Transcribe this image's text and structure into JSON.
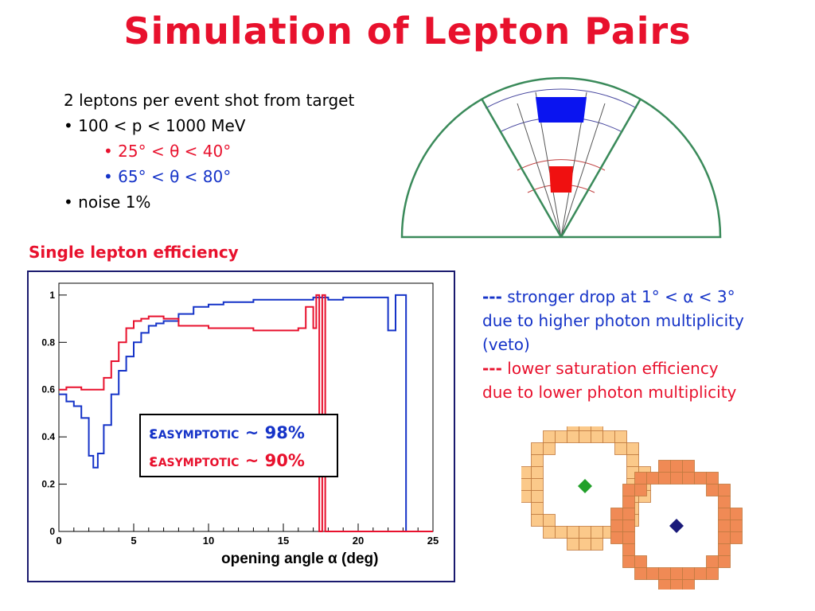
{
  "title": "Simulation of Lepton Pairs",
  "bullets": {
    "line1": "2 leptons per event shot from target",
    "line2": "• 100 < p < 1000 MeV",
    "line3": "• 25° < θ < 40°",
    "line4": "• 65° < θ < 80°",
    "line5": "• noise 1%"
  },
  "efficiency_title": "Single lepton efficiency",
  "notes": {
    "blue_dash": "---",
    "blue_text": "stronger drop at 1° < α < 3°",
    "blue_line2": "due to higher photon multiplicity",
    "blue_line3": "(veto)",
    "red_dash": "---",
    "red_text": "lower saturation efficiency",
    "red_line2": "due to lower photon multiplicity"
  },
  "asymptotic": {
    "blue_symbol": "ε",
    "blue_sub": "ASYMPTOTIC",
    "blue_value": "~ 98%",
    "red_symbol": "ε",
    "red_sub": "ASYMPTOTIC",
    "red_value": "~ 90%"
  },
  "colors": {
    "red": "#e8112d",
    "blue": "#1533c8",
    "green": "#3a8a5a",
    "orange": "#f08a55",
    "lightorange": "#fbc98a"
  },
  "chart_data": {
    "type": "line",
    "xlabel": "opening angle α (deg)",
    "xlim": [
      0,
      25
    ],
    "ylim": [
      0,
      1.05
    ],
    "xticks": [
      "0",
      "5",
      "10",
      "15",
      "20",
      "25"
    ],
    "yticks": [
      "0",
      "0.2",
      "0.4",
      "0.6",
      "0.8",
      "1"
    ],
    "series": [
      {
        "color": "blue",
        "x": [
          0,
          0.5,
          1,
          1.5,
          2,
          2.3,
          2.6,
          3,
          3.5,
          4,
          4.5,
          5,
          5.5,
          6,
          6.5,
          7,
          8,
          9,
          10,
          11,
          12,
          13,
          14,
          15,
          16,
          17,
          18,
          19,
          20,
          21,
          22,
          22.5,
          23,
          23.2
        ],
        "y": [
          0.58,
          0.55,
          0.53,
          0.48,
          0.32,
          0.27,
          0.33,
          0.45,
          0.58,
          0.68,
          0.74,
          0.8,
          0.84,
          0.87,
          0.88,
          0.89,
          0.92,
          0.95,
          0.96,
          0.97,
          0.97,
          0.98,
          0.98,
          0.98,
          0.98,
          0.99,
          0.98,
          0.99,
          0.99,
          0.99,
          0.85,
          1.0,
          1.0,
          0
        ]
      },
      {
        "color": "red",
        "x": [
          0,
          0.5,
          1,
          1.5,
          2,
          2.5,
          3,
          3.5,
          4,
          4.5,
          5,
          5.5,
          6,
          7,
          8,
          9,
          10,
          11,
          12,
          13,
          14,
          15,
          16,
          16.5,
          17,
          17.2,
          17.4,
          17.6,
          17.8,
          18,
          19,
          20,
          21,
          22,
          23,
          24,
          25
        ],
        "y": [
          0.6,
          0.61,
          0.61,
          0.6,
          0.6,
          0.6,
          0.65,
          0.72,
          0.8,
          0.86,
          0.89,
          0.9,
          0.91,
          0.9,
          0.87,
          0.87,
          0.86,
          0.86,
          0.86,
          0.85,
          0.85,
          0.85,
          0.86,
          0.95,
          0.86,
          1.0,
          0,
          1.0,
          0,
          0,
          0,
          0,
          0,
          0,
          0,
          0,
          0
        ]
      }
    ]
  }
}
